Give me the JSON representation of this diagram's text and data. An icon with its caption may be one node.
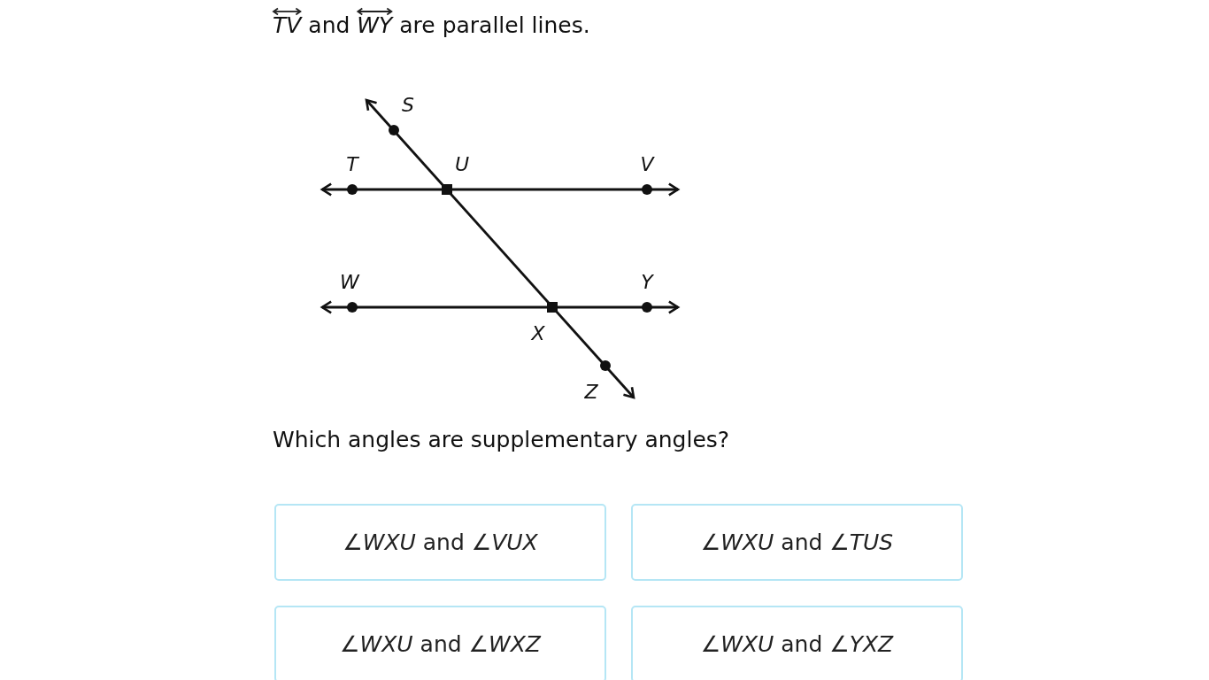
{
  "diagram": {
    "title": "*TV* and *WY* are parallel lines.",
    "nodes": [
      {
        "text": [
          "∠*WXU* and ∠*VUX*"
        ]
      },
      {
        "text": [
          "∠*WXU* and ∠*TUS*"
        ]
      },
      {
        "text": [
          "∠*WXU* and ∠*WXZ*"
        ]
      },
      {
        "text": [
          "∠*WXU* and ∠*YXZ*"
        ]
      }
    ],
    "edges": [],
    "labels": [
      "S",
      "T",
      "U",
      "V",
      "W",
      "Y",
      "X",
      "Z",
      "Which angles are supplementary angles?"
    ]
  }
}
